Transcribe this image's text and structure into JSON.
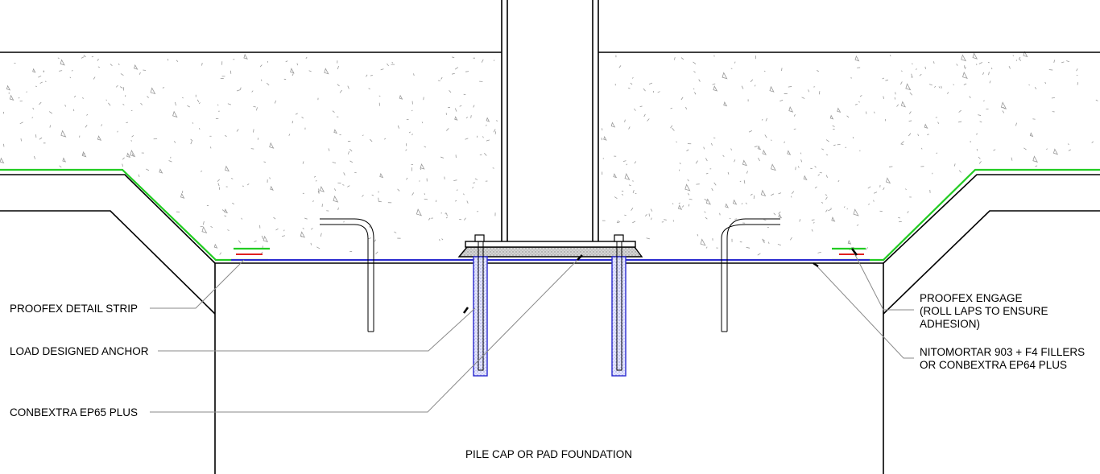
{
  "labels": {
    "proofex_detail_strip": "PROOFEX DETAIL STRIP",
    "load_designed_anchor": "LOAD DESIGNED ANCHOR",
    "conbextra_ep65": "CONBEXTRA EP65 PLUS",
    "proofex_engage_l1": "PROOFEX ENGAGE",
    "proofex_engage_l2": "(ROLL LAPS TO ENSURE",
    "proofex_engage_l3": "ADHESION)",
    "nitomortar_l1": "NITOMORTAR 903 + F4 FILLERS",
    "nitomortar_l2": "OR CONBEXTRA EP64 PLUS",
    "foundation": "PILE CAP OR PAD FOUNDATION"
  },
  "colors": {
    "membrane_green": "#22cc22",
    "membrane_blue": "#2a2ad0",
    "detail_red": "#e02020",
    "outline": "#000000",
    "leader_grey": "#8a8a8a",
    "grout_fill": "#c9c9c9",
    "anchor_fill": "#dde0ff"
  }
}
